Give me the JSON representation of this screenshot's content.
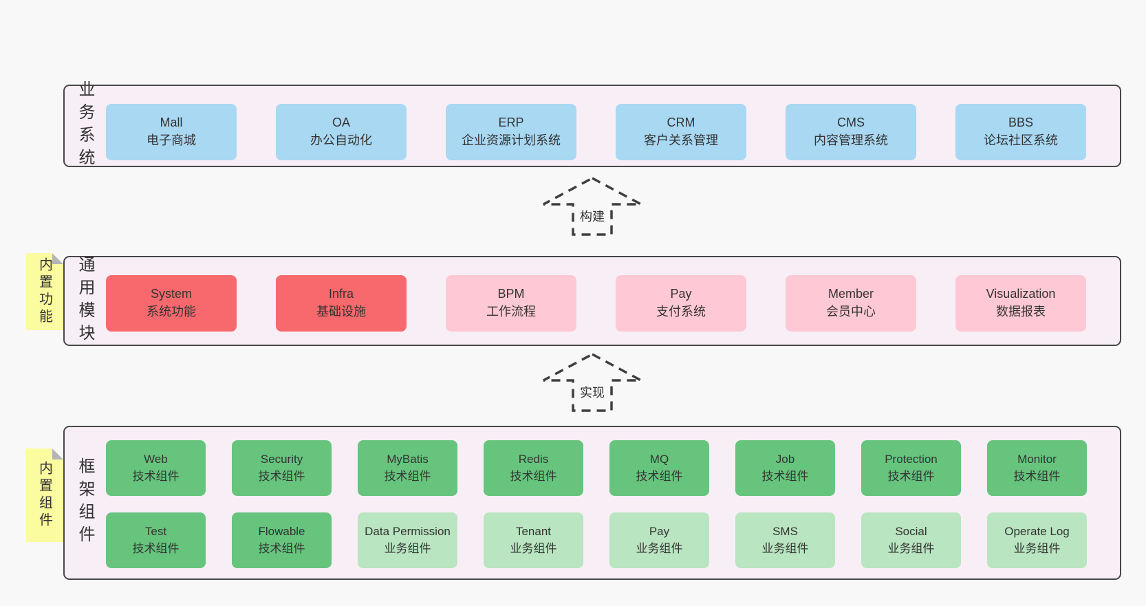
{
  "colors": {
    "page_bg": "#f8f8f8",
    "section_bg": "#f8eef6",
    "section_border": "#474747",
    "box_blue": "#a9d8f3",
    "box_red": "#f7696d",
    "box_pink": "#fec9d4",
    "box_green": "#66c47d",
    "box_light_green": "#b9e5c0",
    "tab_yellow": "#fbfb9f",
    "fold_gray": "#b5b5b5",
    "text": "#333333"
  },
  "arrows": [
    {
      "label": "构建"
    },
    {
      "label": "实现"
    }
  ],
  "sections": [
    {
      "side_label": "业务系统",
      "boxes": [
        {
          "title": "Mall",
          "subtitle": "电子商城",
          "variant": "blue"
        },
        {
          "title": "OA",
          "subtitle": "办公自动化",
          "variant": "blue"
        },
        {
          "title": "ERP",
          "subtitle": "企业资源计划系统",
          "variant": "blue"
        },
        {
          "title": "CRM",
          "subtitle": "客户关系管理",
          "variant": "blue"
        },
        {
          "title": "CMS",
          "subtitle": "内容管理系统",
          "variant": "blue"
        },
        {
          "title": "BBS",
          "subtitle": "论坛社区系统",
          "variant": "blue"
        }
      ]
    },
    {
      "side_label": "通用模块",
      "tab_label": "内置功能",
      "boxes": [
        {
          "title": "System",
          "subtitle": "系统功能",
          "variant": "red"
        },
        {
          "title": "Infra",
          "subtitle": "基础设施",
          "variant": "red"
        },
        {
          "title": "BPM",
          "subtitle": "工作流程",
          "variant": "pink"
        },
        {
          "title": "Pay",
          "subtitle": "支付系统",
          "variant": "pink"
        },
        {
          "title": "Member",
          "subtitle": "会员中心",
          "variant": "pink"
        },
        {
          "title": "Visualization",
          "subtitle": "数据报表",
          "variant": "pink"
        }
      ]
    },
    {
      "side_label": "框架组件",
      "tab_label": "内置组件",
      "rows": [
        [
          {
            "title": "Web",
            "subtitle": "技术组件",
            "variant": "green"
          },
          {
            "title": "Security",
            "subtitle": "技术组件",
            "variant": "green"
          },
          {
            "title": "MyBatis",
            "subtitle": "技术组件",
            "variant": "green"
          },
          {
            "title": "Redis",
            "subtitle": "技术组件",
            "variant": "green"
          },
          {
            "title": "MQ",
            "subtitle": "技术组件",
            "variant": "green"
          },
          {
            "title": "Job",
            "subtitle": "技术组件",
            "variant": "green"
          },
          {
            "title": "Protection",
            "subtitle": "技术组件",
            "variant": "green"
          },
          {
            "title": "Monitor",
            "subtitle": "技术组件",
            "variant": "green"
          }
        ],
        [
          {
            "title": "Test",
            "subtitle": "技术组件",
            "variant": "green"
          },
          {
            "title": "Flowable",
            "subtitle": "技术组件",
            "variant": "green"
          },
          {
            "title": "Data Permission",
            "subtitle": "业务组件",
            "variant": "lightgreen"
          },
          {
            "title": "Tenant",
            "subtitle": "业务组件",
            "variant": "lightgreen"
          },
          {
            "title": "Pay",
            "subtitle": "业务组件",
            "variant": "lightgreen"
          },
          {
            "title": "SMS",
            "subtitle": "业务组件",
            "variant": "lightgreen"
          },
          {
            "title": "Social",
            "subtitle": "业务组件",
            "variant": "lightgreen"
          },
          {
            "title": "Operate Log",
            "subtitle": "业务组件",
            "variant": "lightgreen"
          }
        ]
      ]
    }
  ]
}
